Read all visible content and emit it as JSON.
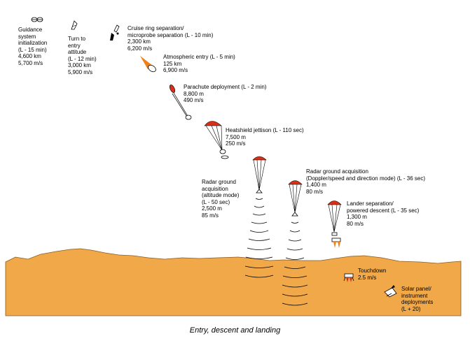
{
  "colors": {
    "ground": "#f0a848",
    "chute": "#d83018",
    "flame": "#f08018",
    "text": "#000000"
  },
  "caption": "Entry, descent and landing",
  "events": [
    {
      "id": "guidance",
      "lines": [
        "Guidance",
        "system",
        "initialization",
        "(L - 15 min)",
        "4,600 km",
        "5,700 m/s"
      ]
    },
    {
      "id": "turn",
      "lines": [
        "Turn to",
        "entry",
        "attitude",
        "(L - 12  min)",
        "3,000 km",
        "5,900 m/s"
      ]
    },
    {
      "id": "cruise",
      "lines": [
        "Cruise ring separation/",
        "microprobe separation (L - 10  min)",
        "2,300 km",
        "6,200 m/s"
      ]
    },
    {
      "id": "entry",
      "lines": [
        "Atmospheric entry (L - 5 min)",
        "125 km",
        "6,900 m/s"
      ]
    },
    {
      "id": "parachute",
      "lines": [
        "Parachute deployment (L - 2 min)",
        "8,800 m",
        "490 m/s"
      ]
    },
    {
      "id": "heatshield",
      "lines": [
        "Heatshield jettison (L - 110  sec)",
        "7,500 m",
        "250 m/s"
      ]
    },
    {
      "id": "radar-alt",
      "lines": [
        "Radar ground",
        "acquisition",
        "(altitude mode)",
        "(L - 50 sec)",
        "2,500 m",
        "85 m/s"
      ]
    },
    {
      "id": "radar-doppler",
      "lines": [
        "Radar ground acquisition",
        "(Doppler/speed and direction mode) (L - 36 sec)",
        "1,400 m",
        "80 m/s"
      ]
    },
    {
      "id": "lander-sep",
      "lines": [
        "Lander separation/",
        "powered descent  (L - 35 sec)",
        "1,300 m",
        "80 m/s"
      ]
    },
    {
      "id": "touchdown",
      "lines": [
        "Touchdown",
        "2.5 m/s"
      ]
    },
    {
      "id": "solar",
      "lines": [
        "Solar panel/",
        "instrument",
        "deployments",
        "(L + 20)"
      ]
    }
  ]
}
